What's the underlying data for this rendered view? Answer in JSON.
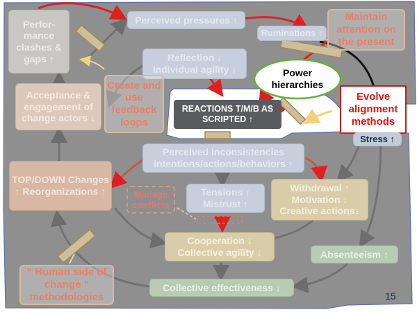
{
  "nodes": {
    "perceived_pressures": "Perceived pressures ↑",
    "ruminations": "Ruminations ↑",
    "maintain_attention": "Maintain attention on the present",
    "performance_clashes": "Perfor- mance clashes & gaps ↑",
    "reflection": "Reflection ↓",
    "individual_agility": "Individual agility ↓",
    "power_hierarchies": "Power hierarchies",
    "acceptance": "Acceptance & engagement of change actors ↓",
    "create_feedback": "Create and use feedback loops",
    "reactions": "REACTIONS T/M/B AS SCRIPTED ↑",
    "evolve_alignment": "Evolve alignment methods",
    "stress": "Stress ↑",
    "inconsistencies": "Perceived inconsistencies intentions/actions/behaviors ↑",
    "top_down": "TOP/DOWN Changes ↑ Reorganizations ↑",
    "manage_conflicts": "Manage conflicts",
    "tensions": "Tensions ↑ Mistrust ↑",
    "withdrawal": "Withdrawal ↑ Motivation ↓ Creative actions↓",
    "cooperation": "Cooperation ↓ Collective agility ↓",
    "absenteeism": "Absenteeism ↑",
    "human_side": "“ Human side of change ” methodologies",
    "collective_effectiveness": "Collective effectiveness ↓"
  },
  "page_number": "15",
  "colors": {
    "overlay": "#8f8f8f",
    "dark_highlight": "#5a5b5e",
    "red_highlight": "#e8140f",
    "ellipse_border": "#5fb33f",
    "arrow_red": "#e02020",
    "arrow_dark": "#111111",
    "arrow_yellow": "#f3d27a",
    "arrow_grey": "#7a7a7a"
  }
}
